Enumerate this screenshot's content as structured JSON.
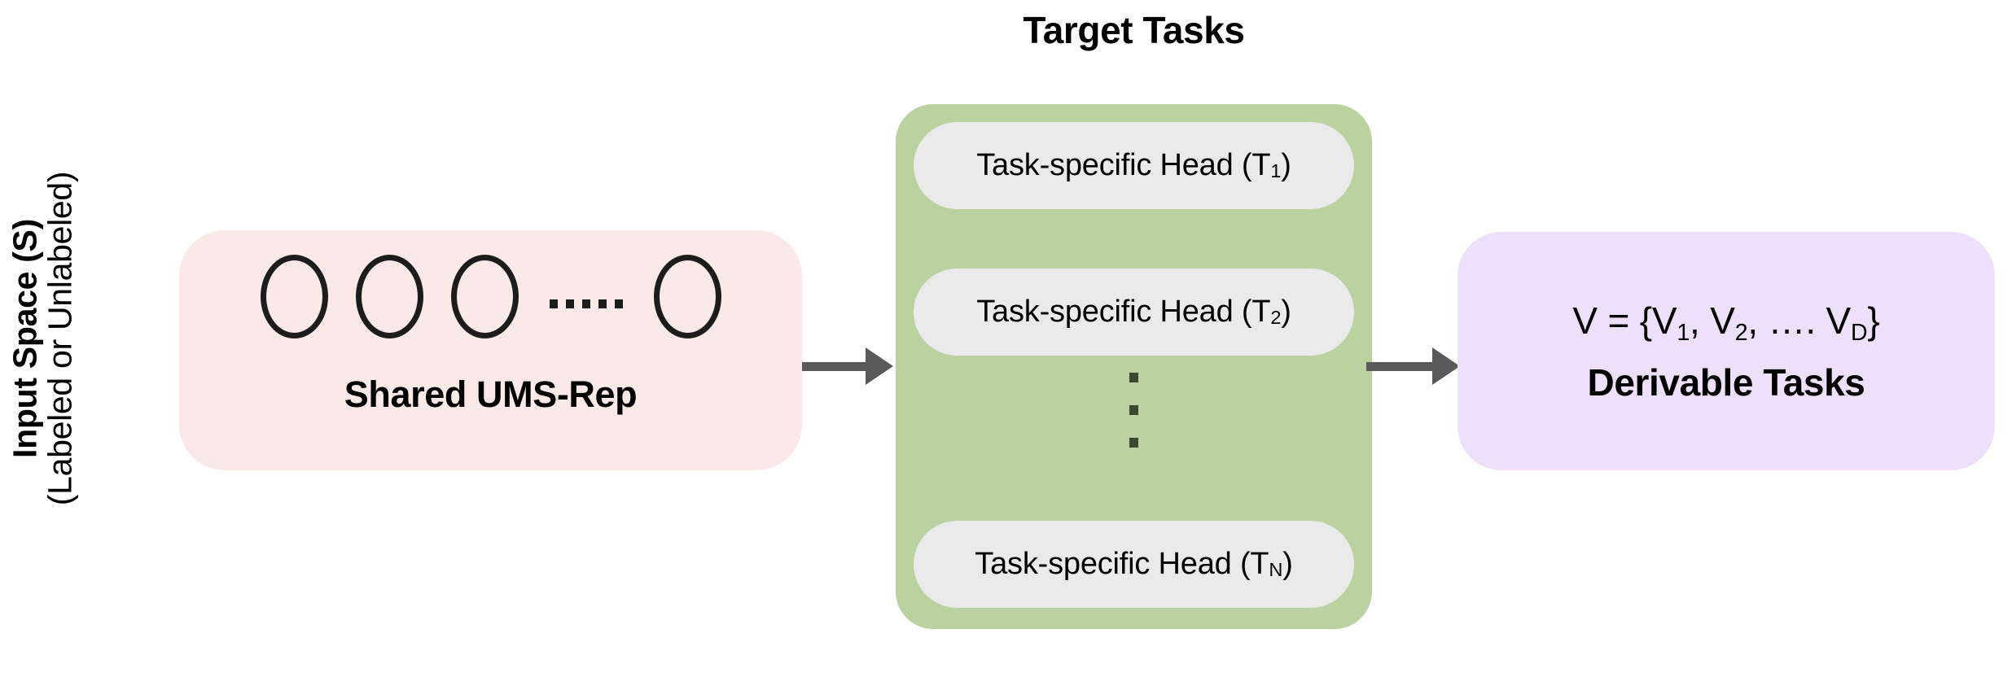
{
  "diagram": {
    "input_space": {
      "line1": "Input Space (S)",
      "line2": "(Labeled or Unlabeled)"
    },
    "shared_rep": {
      "caption": "Shared UMS-Rep",
      "node_count": 4,
      "ellipsis": ". . . . .",
      "fill_color": "#fbe9e7",
      "node_stroke_color": "#1c1c1c"
    },
    "target_tasks": {
      "title": "Target Tasks",
      "fill_color": "#b9d2a0",
      "pill_color": "#eaeaea",
      "heads": [
        {
          "label": "Task-specific Head (T",
          "sub": "1",
          "close": ")"
        },
        {
          "label": "Task-specific Head (T",
          "sub": "2",
          "close": ")"
        },
        {
          "label": "Task-specific Head (T",
          "sub": "N",
          "close": ")"
        }
      ],
      "vertical_ellipsis_dots": 3
    },
    "derivable_tasks": {
      "formula_prefix": "V = {V",
      "formula_sub1": "1",
      "formula_mid1": ", V",
      "formula_sub2": "2",
      "formula_mid2": ", …. V",
      "formula_sub3": "D",
      "formula_suffix": "}",
      "caption": "Derivable Tasks",
      "fill_color": "#eee0fa"
    },
    "arrows": {
      "color": "#595959",
      "arrow_1_name": "shared-rep-to-target-tasks",
      "arrow_2_name": "target-tasks-to-derivable-tasks"
    }
  }
}
